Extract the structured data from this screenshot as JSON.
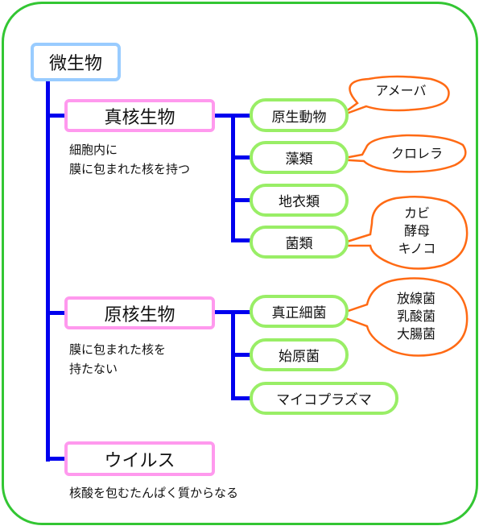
{
  "colors": {
    "frame": "#33c633",
    "connector": "#0000ee",
    "root_border": "#99ccff",
    "category_border": "#ff99ee",
    "leaf_border": "#99ee66",
    "callout_border": "#ff6a14"
  },
  "root": {
    "label": "微生物"
  },
  "categories": [
    {
      "label": "真核生物",
      "description": [
        "細胞内に",
        "膜に包まれた核を持つ"
      ],
      "children": [
        {
          "label": "原生動物",
          "examples": [
            "アメーバ"
          ]
        },
        {
          "label": "藻類",
          "examples": [
            "クロレラ"
          ]
        },
        {
          "label": "地衣類",
          "examples": []
        },
        {
          "label": "菌類",
          "examples": [
            "カビ",
            "酵母",
            "キノコ"
          ]
        }
      ]
    },
    {
      "label": "原核生物",
      "description": [
        "膜に包まれた核を",
        "持たない"
      ],
      "children": [
        {
          "label": "真正細菌",
          "examples": [
            "放線菌",
            "乳酸菌",
            "大腸菌"
          ]
        },
        {
          "label": "始原菌",
          "examples": []
        },
        {
          "label": "マイコプラズマ",
          "examples": []
        }
      ]
    },
    {
      "label": "ウイルス",
      "description": [
        "核酸を包むたんぱく質からなる"
      ],
      "children": []
    }
  ]
}
